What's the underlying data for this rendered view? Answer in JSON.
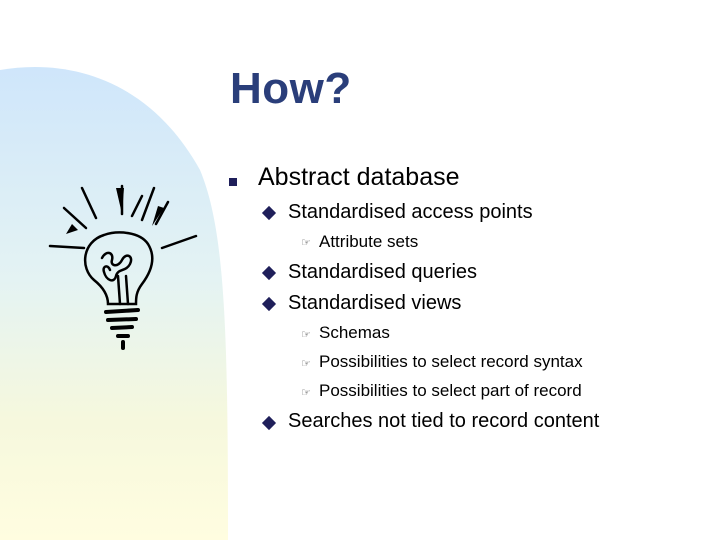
{
  "slide": {
    "title": "How?",
    "level1": {
      "text": "Abstract database"
    },
    "items": [
      {
        "text": "Standardised access points"
      },
      {
        "text": "Attribute sets"
      },
      {
        "text": "Standardised queries"
      },
      {
        "text": "Standardised views"
      },
      {
        "text": "Schemas"
      },
      {
        "text": "Possibilities to select record syntax"
      },
      {
        "text": "Possibilities to select part of record"
      },
      {
        "text": "Searches not tied to record content"
      }
    ]
  },
  "icons": {
    "level1": "square-bullet",
    "level2": "diamond-bullet",
    "level3": "pointing-hand-bullet",
    "illustration": "lightbulb-idea"
  },
  "colors": {
    "title": "#2a3e7a",
    "bullet": "#1f1f5a"
  }
}
